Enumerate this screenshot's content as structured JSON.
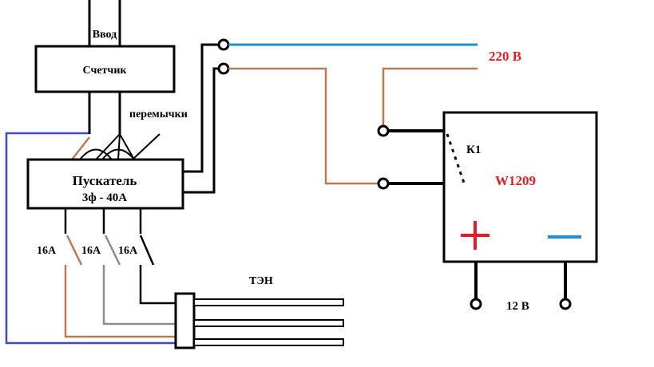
{
  "labels": {
    "input": "Ввод",
    "meter": "Счетчик",
    "jumpers": "перемычки",
    "starter_title": "Пускатель",
    "starter_spec": "3ф - 40А",
    "fuse_1": "16А",
    "fuse_2": "16А",
    "fuse_3": "16А",
    "heater": "ТЭН",
    "supply_voltage": "220 В",
    "relay_contact": "К1",
    "controller_model": "W1209",
    "power_voltage": "12 В"
  },
  "symbols": {
    "plus": "plus-sign",
    "minus": "minus-sign"
  },
  "colors": {
    "outline": "#000000",
    "wire_blue": "#1e90d6",
    "wire_brown": "#b97a57",
    "wire_gray": "#8c8c8c",
    "wire_neutral": "#3f48cc",
    "label_red": "#e01f26",
    "plus_red": "#e81c24",
    "minus_blue": "#1e90d6"
  }
}
